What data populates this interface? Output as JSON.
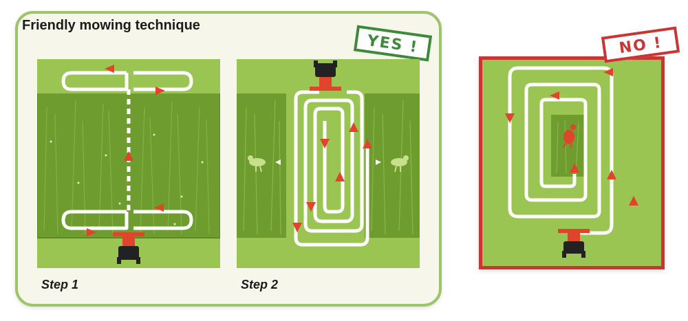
{
  "yes_panel": {
    "title": "Friendly mowing technique",
    "stamp": "YES !",
    "step1_label": "Step 1",
    "step2_label": "Step 2"
  },
  "no_panel": {
    "stamp": "NO !"
  },
  "colors": {
    "panel_bg": "#f7f6ea",
    "panel_border": "#9dc46a",
    "yes_green": "#3d8a3a",
    "no_red": "#cc3333",
    "mowed_grass": "#9bc552",
    "tall_grass": "#6e9c2e",
    "path_white": "#ffffff",
    "arrow_red": "#e0452b",
    "mower_red": "#e0452b",
    "mower_black": "#222222"
  },
  "icons": [
    "mower-icon",
    "bird-icon",
    "direction-arrow-icon"
  ]
}
